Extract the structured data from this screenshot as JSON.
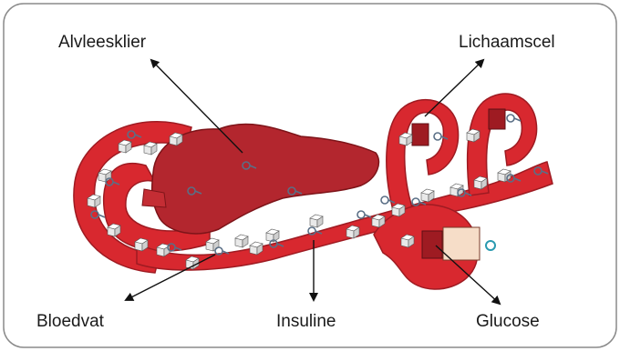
{
  "diagram": {
    "labels": {
      "pancreas": "Alvleesklier",
      "body_cell": "Lichaamscel",
      "blood_vessel": "Bloedvat",
      "insulin": "Insuline",
      "glucose": "Glucose"
    },
    "colors": {
      "vessel": "#d8282f",
      "vessel_dark": "#9e1b22",
      "pancreas": "#b3262e",
      "key": "#5a6f86",
      "cube": "#f4f4f4",
      "frame": "#8a8a8a"
    }
  }
}
